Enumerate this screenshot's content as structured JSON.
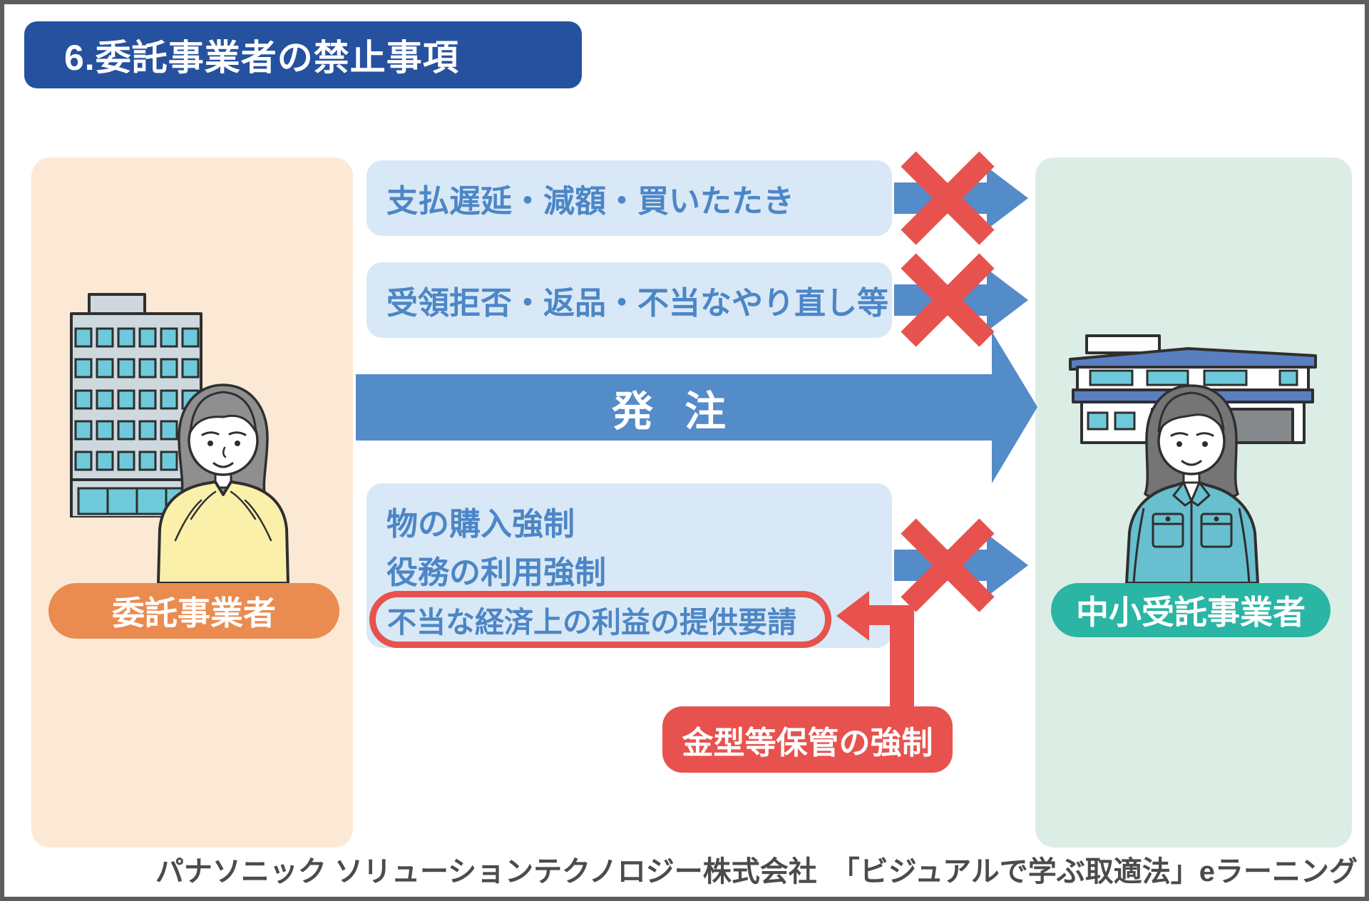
{
  "title": "6.委託事業者の禁止事項",
  "left_party": {
    "label": "委託事業者",
    "illustration": "office-building-and-businesswoman"
  },
  "right_party": {
    "label": "中小受託事業者",
    "illustration": "factory-and-factory-worker"
  },
  "prohibitions": {
    "box1": "支払遅延・減額・買いたたき",
    "box2": "受領拒否・返品・不当なやり直し等",
    "box3_line1": "物の購入強制",
    "box3_line2": "役務の利用強制",
    "box3_line3": "不当な経済上の利益の提供要請"
  },
  "order_arrow": {
    "label": "発 注"
  },
  "callout": {
    "label": "金型等保管の強制"
  },
  "footer": "パナソニック ソリューションテクノロジー株式会社　「ビジュアルで学ぶ取適法」eラーニング",
  "colors": {
    "title-bg": "#26519f",
    "panel-left-bg": "#fce9d5",
    "panel-right-bg": "#dcede5",
    "box-bg": "#d9e8f6",
    "box-text": "#4c86c6",
    "arrow-blue": "#548bc9",
    "red": "#e7524e",
    "pill-left-bg": "#ea8b50",
    "pill-right-bg": "#2ab5a4",
    "footer-text": "#4b4b4b"
  }
}
